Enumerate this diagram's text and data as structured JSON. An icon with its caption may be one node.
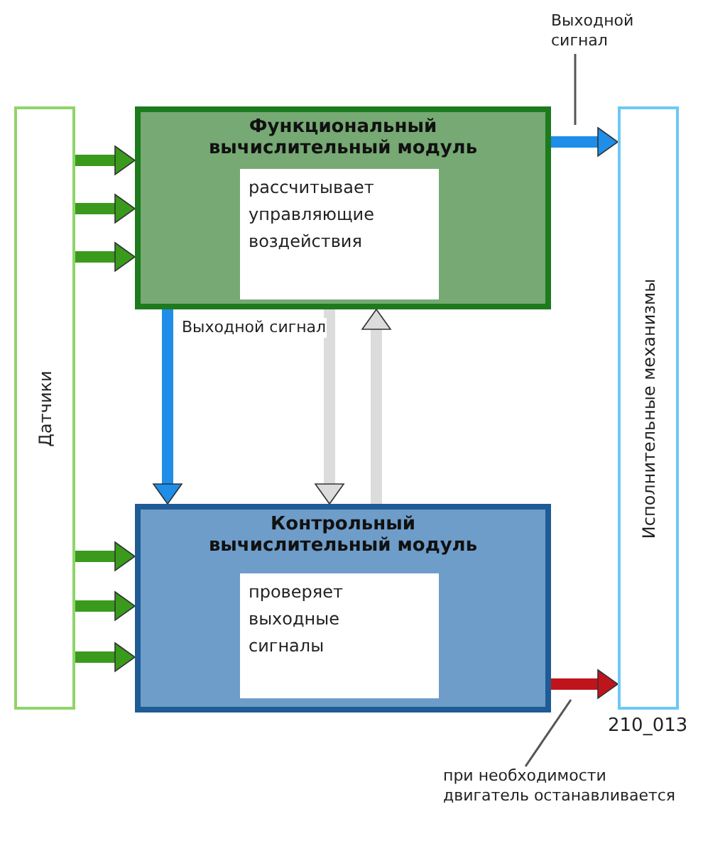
{
  "diagram": {
    "nodes": [
      {
        "text": [
          "Датчики"
        ]
      },
      {
        "text": [
          "Функциональный вычислительный модуль"
        ]
      },
      {
        "text": [
          "рассчитывает управляющие воздействия"
        ],
        "in": 1
      },
      {
        "text": [
          "Контрольный вычислительный модуль"
        ]
      },
      {
        "text": [
          "проверяет выходные сигналы"
        ],
        "in": 3
      },
      {
        "text": [
          "Исполнительные механизмы"
        ]
      },
      {
        "text": [
          "Выходной сигнал"
        ]
      },
      {
        "text": [
          "при необходимости двигатель останавливается"
        ]
      }
    ],
    "edges": [
      {
        "from": 0,
        "to": 1,
        "arrow": "to"
      },
      {
        "from": 0,
        "to": 1,
        "arrow": "to"
      },
      {
        "from": 0,
        "to": 1,
        "arrow": "to"
      },
      {
        "from": 1,
        "to": 5,
        "arrow": "to",
        "color": "#1e8ee8"
      },
      {
        "from": 1,
        "to": 3,
        "arrow": "to",
        "color": "#1e8ee8",
        "label": "Выходной сигнал"
      },
      {
        "from": 1,
        "to": 3,
        "arrow": "to",
        "color": "#dcdcdc"
      },
      {
        "from": 3,
        "to": 1,
        "arrow": "to",
        "color": "#dcdcdc"
      },
      {
        "from": 0,
        "to": 3,
        "arrow": "to"
      },
      {
        "from": 0,
        "to": 3,
        "arrow": "to"
      },
      {
        "from": 0,
        "to": 3,
        "arrow": "to"
      },
      {
        "from": 3,
        "to": 5,
        "arrow": "to",
        "color": "#c0141c"
      },
      {
        "from": 6,
        "to": null,
        "arrow": "none",
        "color": "#555555"
      },
      {
        "from": 7,
        "to": null,
        "arrow": "none",
        "color": "#555555"
      }
    ],
    "labels": [
      "210_013"
    ]
  }
}
